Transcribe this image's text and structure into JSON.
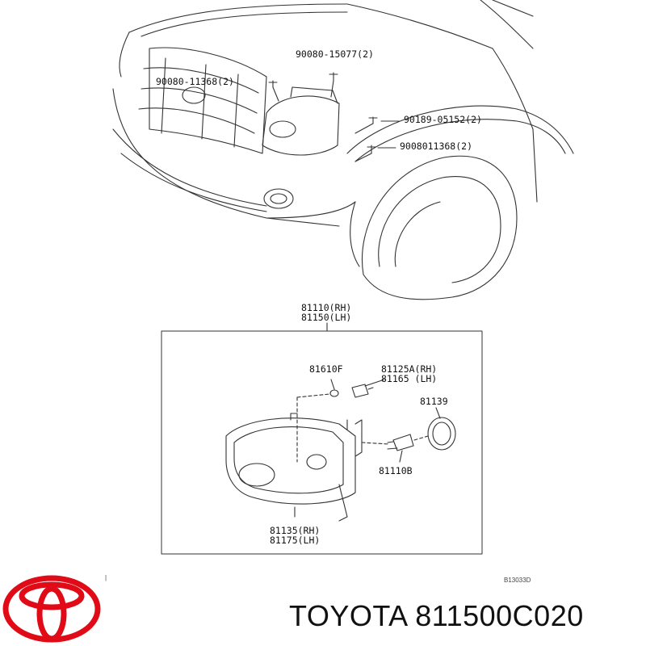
{
  "diagram": {
    "callouts": [
      {
        "id": "c1",
        "text": "90080-15077(2)"
      },
      {
        "id": "c2",
        "text": "90080-11368(2)"
      },
      {
        "id": "c3",
        "text": "90189-05152(2)"
      },
      {
        "id": "c4",
        "text": "9008011368(2)"
      }
    ],
    "assembly": {
      "line1": "81110(RH)",
      "line2": "81150(LH)"
    },
    "parts": {
      "bulb_socket": "81610F",
      "bulb_rh": "81125A(RH)",
      "bulb_lh": "81165  (LH)",
      "cap": "81139",
      "bulb_main": "81110B",
      "housing_rh": "81135(RH)",
      "housing_lh": "81175(LH)"
    },
    "ref_code": "B13033D",
    "tick_mark": "|"
  },
  "caption": {
    "brand": "TOYOTA",
    "part_number": "811500C020"
  },
  "logo": {
    "name": "toyota-logo",
    "color": "#e10a17"
  }
}
